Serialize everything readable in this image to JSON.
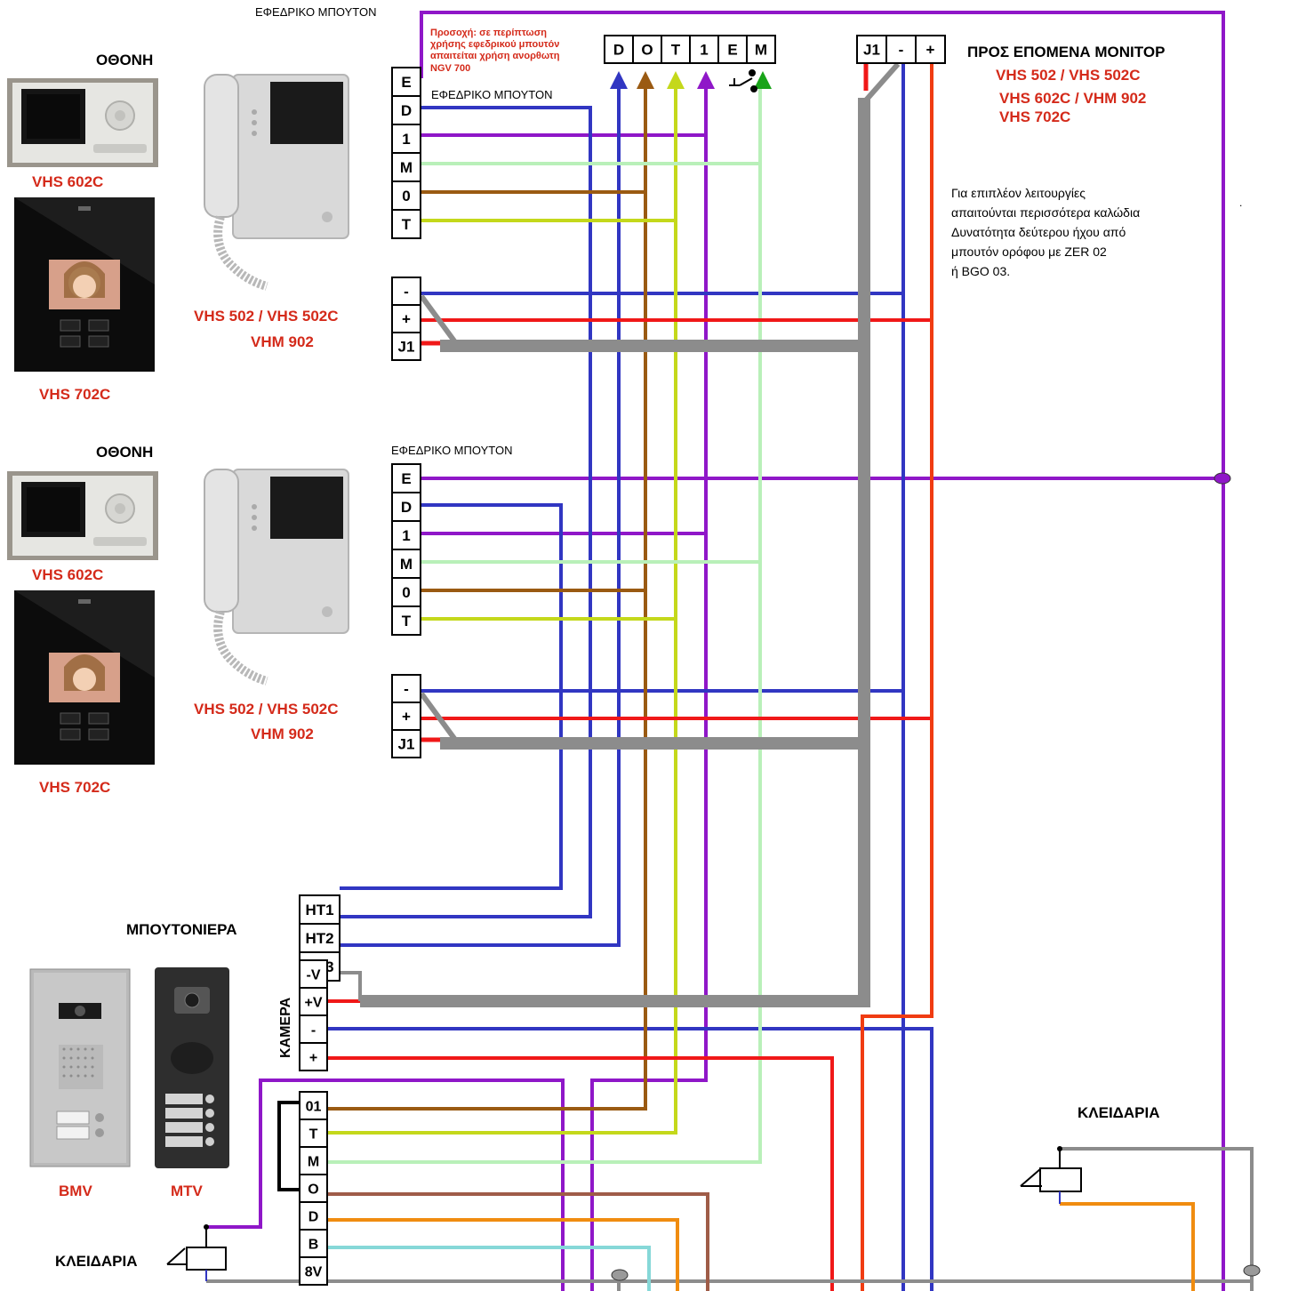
{
  "colors": {
    "purple": "#8f17c8",
    "blue": "#3136c2",
    "brown": "#9a5a12",
    "yellowgreen": "#c4d81b",
    "lightgreen": "#b9f0b9",
    "red": "#f01818",
    "gray": "#8c8c8c",
    "orange": "#f08c10",
    "cyan": "#86d8d8",
    "lightbrown": "#9f5c48",
    "darkred": "#d42a1a",
    "green": "#19a419"
  },
  "top_note": {
    "spare_button_top": "ΕΦΕΔΡΙΚΟ ΜΠΟΥΤΟΝ",
    "warning_line1": "Προσοχή: σε περίπτωση",
    "warning_line2": "χρήσης εφεδρικού μπουτόν",
    "warning_line3": "απαιτείται χρήση ανορθωτη",
    "warning_line4": "NGV 700"
  },
  "bus_terminals": [
    "D",
    "O",
    "T",
    "1",
    "E",
    "M"
  ],
  "next_monitors": {
    "terminals": [
      "J1",
      "-",
      "+"
    ],
    "title": "ΠΡΟΣ ΕΠΟΜΕΝΑ ΜΟΝΙΤΟΡ",
    "line1": "VHS 502 / VHS 502C",
    "line2": "VHS 602C / VHM 902",
    "line3": "VHS 702C"
  },
  "info_text": {
    "line1": "Για επιπλέον λειτουργίες",
    "line2": "απαιτούνται  περισσότερα καλώδια",
    "line3": "Δυνατότητα δεύτερου ήχου από",
    "line4": "μπουτόν ορόφου με ZER 02",
    "line5": "ή BGO 03.",
    "dot": "."
  },
  "monitor1": {
    "screen_label": "ΟΘΟΝΗ",
    "model_a": "VHS 602C",
    "model_b": "VHS 702C",
    "handset_line1": "VHS  502 / VHS 502C",
    "handset_line2": "VHM 902",
    "spare_button": "ΕΦΕΔΡΙΚΟ ΜΠΟΥΤΟΝ",
    "terminals_top": [
      "E",
      "D",
      "1",
      "M",
      "0",
      "T"
    ],
    "terminals_power": [
      "-",
      "+",
      "J1"
    ]
  },
  "monitor2": {
    "screen_label": "ΟΘΟΝΗ",
    "model_a": "VHS 602C",
    "model_b": "VHS 702C",
    "handset_line1": "VHS  502 / VHS 502C",
    "handset_line2": "VHM 902",
    "spare_button": "ΕΦΕΔΡΙΚΟ ΜΠΟΥΤΟΝ",
    "terminals_top": [
      "E",
      "D",
      "1",
      "M",
      "0",
      "T"
    ],
    "terminals_power": [
      "-",
      "+",
      "J1"
    ]
  },
  "door_panel": {
    "title": "ΜΠΟΥΤΟΝΙΕΡΑ",
    "model_a": "BMV",
    "model_b": "MTV",
    "camera_label": "ΚΑΜΕΡΑ",
    "ht_terminals": [
      "HT1",
      "HT2",
      "HT3"
    ],
    "camera_terminals": [
      "-V",
      "+V",
      "-",
      "+"
    ],
    "audio_terminals": [
      "01",
      "T",
      "M",
      "O",
      "D",
      "B",
      "8V"
    ],
    "lock_label": "ΚΛΕΙΔΑΡΙΑ"
  },
  "right_lock": {
    "label": "ΚΛΕΙΔΑΡΙΑ"
  }
}
